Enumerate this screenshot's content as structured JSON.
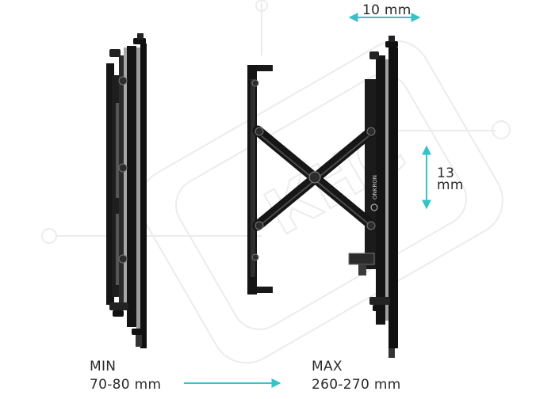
{
  "dimensions": {
    "width": "10 mm",
    "height_value": "13",
    "height_unit": "mm"
  },
  "min": {
    "title": "MIN",
    "value": "70-80 mm"
  },
  "max": {
    "title": "MAX",
    "value": "260-270 mm"
  },
  "brand_mark": "ONKRON",
  "watermark": "КНС",
  "colors": {
    "arrow": "#34c3c6",
    "metal": "#151515",
    "watermark": "#ececec"
  },
  "icons": {
    "logo": "onkron-logo-icon"
  }
}
